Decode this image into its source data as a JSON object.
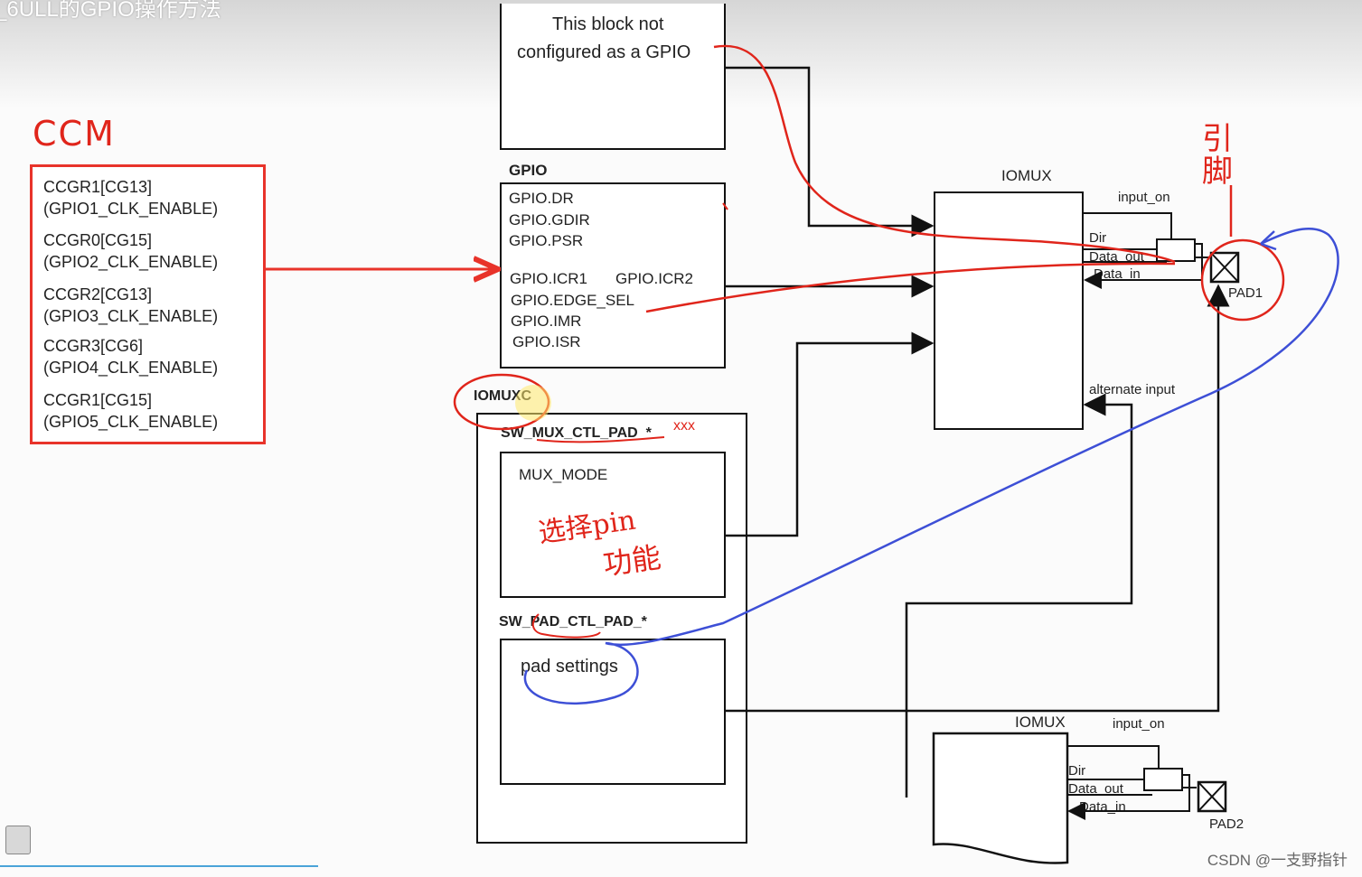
{
  "header": {
    "title": "_6ULL的GPIO操作方法"
  },
  "ccm": {
    "handwritten_label": "CCM",
    "entries": [
      "CCGR1[CG13]\n(GPIO1_CLK_ENABLE)",
      "CCGR0[CG15]\n(GPIO2_CLK_ENABLE)",
      "CCGR2[CG13]\n(GPIO3_CLK_ENABLE)",
      "CCGR3[CG6]\n(GPIO4_CLK_ENABLE)",
      "CCGR1[CG15]\n(GPIO5_CLK_ENABLE)"
    ]
  },
  "non_gpio_block": {
    "text_line1": "This block not",
    "text_line2": "configured as a GPIO"
  },
  "gpio": {
    "title": "GPIO",
    "registers": {
      "dr": "GPIO.DR",
      "gdir": "GPIO.GDIR",
      "psr": "GPIO.PSR",
      "icr1": "GPIO.ICR1",
      "icr2": "GPIO.ICR2",
      "edge_sel": "GPIO.EDGE_SEL",
      "imr": "GPIO.IMR",
      "isr": "GPIO.ISR"
    }
  },
  "iomuxc": {
    "title": "IOMUXC",
    "mux_ctl": {
      "title": "SW_MUX_CTL_PAD_*",
      "annotation": "xxx",
      "field": "MUX_MODE",
      "handwritten_note1": "选择pin",
      "handwritten_note2": "功能"
    },
    "pad_ctl": {
      "title": "SW_PAD_CTL_PAD_*",
      "field": "pad settings"
    }
  },
  "iomux1": {
    "title": "IOMUX",
    "input_on": "input_on",
    "dir": "Dir",
    "data_out": "Data_out",
    "data_in": "Data_in",
    "alternate_input": "alternate input",
    "pad": "PAD1",
    "handwritten_pin": "引脚"
  },
  "iomux2": {
    "title": "IOMUX",
    "input_on": "input_on",
    "dir": "Dir",
    "data_out": "Data_out",
    "data_in": "Data_in",
    "pad": "PAD2"
  },
  "watermark": "CSDN @一支野指针",
  "colors": {
    "annotation_red": "#e0251b",
    "annotation_blue": "#3d4fd6",
    "line": "#111111"
  }
}
